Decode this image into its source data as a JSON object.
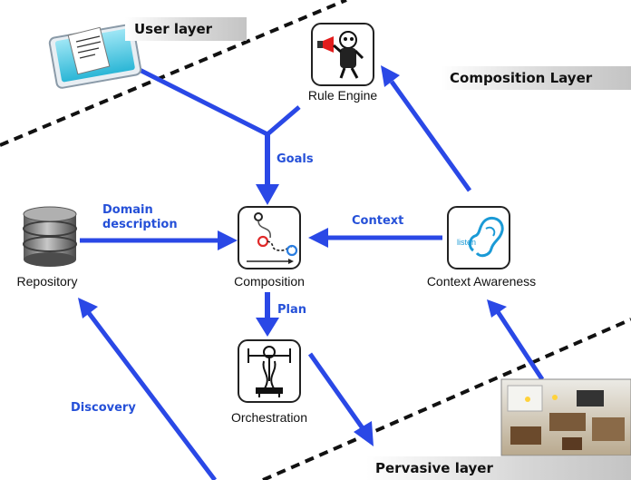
{
  "layers": {
    "user": "User layer",
    "composition": "Composition Layer",
    "pervasive": "Pervasive layer"
  },
  "nodes": {
    "rule_engine": "Rule Engine",
    "repository": "Repository",
    "composition": "Composition",
    "context_awareness": "Context Awareness",
    "orchestration": "Orchestration",
    "listen_text": "listen"
  },
  "edges": {
    "goals": "Goals",
    "domain_line1": "Domain",
    "domain_line2": "description",
    "context": "Context",
    "plan": "Plan",
    "discovery": "Discovery"
  },
  "colors": {
    "arrow": "#2a48e6",
    "edge_label": "#2550d8",
    "divider": "#111111"
  },
  "icons": [
    "monitor-document-icon",
    "megaphone-robot-icon",
    "database-icon",
    "workflow-icon",
    "ear-icon",
    "puppet-icon",
    "smart-home-photo"
  ]
}
